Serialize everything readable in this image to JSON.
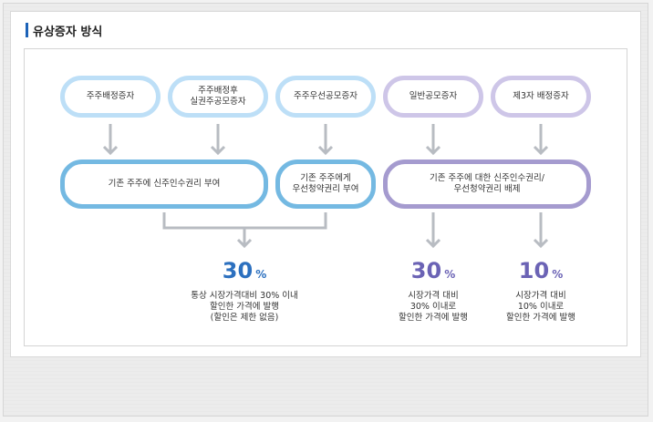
{
  "title": "유상증자 방식",
  "top_boxes": [
    {
      "lines": [
        "주주배정증자"
      ]
    },
    {
      "lines": [
        "주주배정후",
        "실권주공모증자"
      ]
    },
    {
      "lines": [
        "주주우선공모증자"
      ]
    },
    {
      "lines": [
        "일반공모증자"
      ]
    },
    {
      "lines": [
        "제3자 배정증자"
      ]
    }
  ],
  "middle_boxes": [
    {
      "lines": [
        "기존 주주에 신주인수권리 부여"
      ]
    },
    {
      "lines": [
        "기존 주주에게",
        "우선청약권리 부여"
      ]
    },
    {
      "lines": [
        "기존 주주에 대한 신주인수권리/",
        "우선청약권리 배제"
      ]
    }
  ],
  "results": [
    {
      "value": "30",
      "unit": "%",
      "color": "#2c70bf",
      "lines": [
        "통상 시장가격대비 30% 이내",
        "할인한 가격에 발행",
        "(할인은 제한 없음)"
      ]
    },
    {
      "value": "30",
      "unit": "%",
      "color": "#6b63b5",
      "lines": [
        "시장가격 대비",
        "30% 이내로",
        "할인한 가격에 발행"
      ]
    },
    {
      "value": "10",
      "unit": "%",
      "color": "#6b63b5",
      "lines": [
        "시장가격 대비",
        "10% 이내로",
        "할인한 가격에 발행"
      ]
    }
  ],
  "colors": {
    "light_blue": "#bddff7",
    "blue": "#74b9e2",
    "light_purple": "#cec6e8",
    "purple": "#a59bcf",
    "arrow_gray": "#b8bcc2",
    "title_accent": "#1d63b8"
  }
}
